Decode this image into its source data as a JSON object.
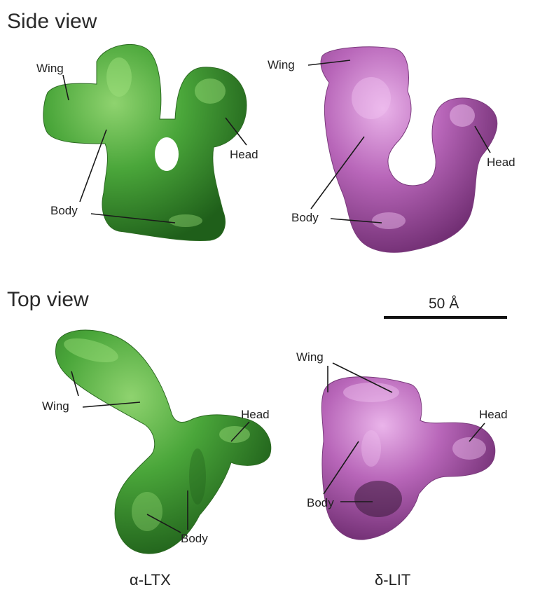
{
  "sections": {
    "side_view": "Side view",
    "top_view": "Top view"
  },
  "labels": {
    "wing": "Wing",
    "head": "Head",
    "body": "Body"
  },
  "scale_bar": {
    "label": "50 Å"
  },
  "captions": {
    "alpha": "α-LTX",
    "delta": "δ-LIT"
  },
  "colors": {
    "alpha_ltx": "#3d9a2f",
    "delta_lit": "#b25cb3"
  }
}
